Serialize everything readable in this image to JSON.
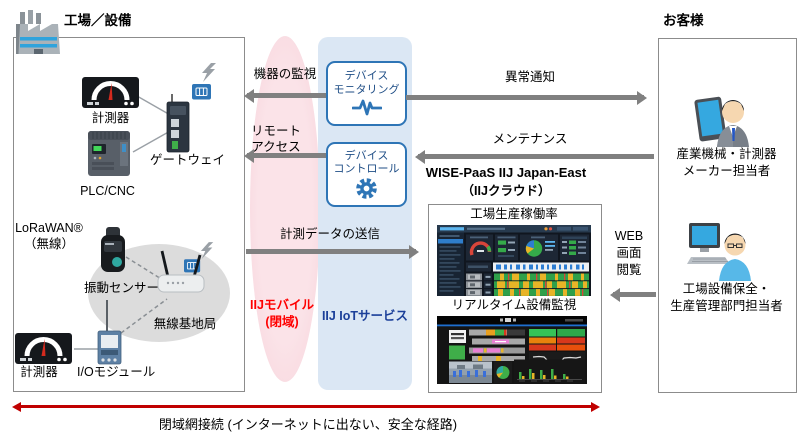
{
  "factory": {
    "title": "工場／設備",
    "devices": {
      "meter_top": "計測器",
      "gateway": "ゲートウェイ",
      "plc": "PLC/CNC",
      "lorawan_line1": "LoRaWAN®",
      "lorawan_line2": "（無線）",
      "vibration_sensor": "振動センサー",
      "base_station": "無線基地局",
      "meter_bottom": "計測器",
      "io_module": "I/Oモジュール"
    }
  },
  "network": {
    "mobile_line1": "IIJモバイル",
    "mobile_line2": "(閉域)",
    "iot_service": "IIJ IoTサービス",
    "device_monitoring_line1": "デバイス",
    "device_monitoring_line2": "モニタリング",
    "device_control_line1": "デバイス",
    "device_control_line2": "コントロール"
  },
  "flows": {
    "equipment_monitoring": "機器の監視",
    "remote_access_line1": "リモート",
    "remote_access_line2": "アクセス",
    "data_transmission": "計測データの送信",
    "abnormality_notice": "異常通知",
    "maintenance": "メンテナンス",
    "web_line1": "WEB",
    "web_line2": "画面",
    "web_line3": "閲覧"
  },
  "cloud": {
    "title_line1": "WISE-PaaS IIJ Japan-East",
    "title_line2": "（IIJクラウド）",
    "dashboard1_label": "工場生産稼働率",
    "dashboard2_label": "リアルタイム設備監視"
  },
  "customer": {
    "title": "お客様",
    "person1_line1": "産業機械・計測器",
    "person1_line2": "メーカー担当者",
    "person2_line1": "工場設備保全・",
    "person2_line2": "生産管理部門担当者"
  },
  "footer": {
    "closed_network": "閉域網接続 (インターネットに出ない、安全な経路)"
  },
  "colors": {
    "arrow_gray": "#808080",
    "closed_arrow_red": "#c00000",
    "mobile_text_red": "#ff0000",
    "iot_text_blue": "#1b3f99",
    "device_box_blue": "#2e75b6",
    "mobile_ellipse_pink": "#f8d9de",
    "iot_rect_blue": "#dbe7f4"
  },
  "icon_names": [
    "factory-icon",
    "gauge-icon",
    "gateway-icon",
    "sim-card-icon",
    "lightning-icon",
    "plc-icon",
    "vibration-sensor-icon",
    "base-station-icon",
    "io-module-icon",
    "pulse-icon",
    "gear-icon",
    "person-tablet-icon",
    "person-pc-icon",
    "coverage-ellipse"
  ]
}
